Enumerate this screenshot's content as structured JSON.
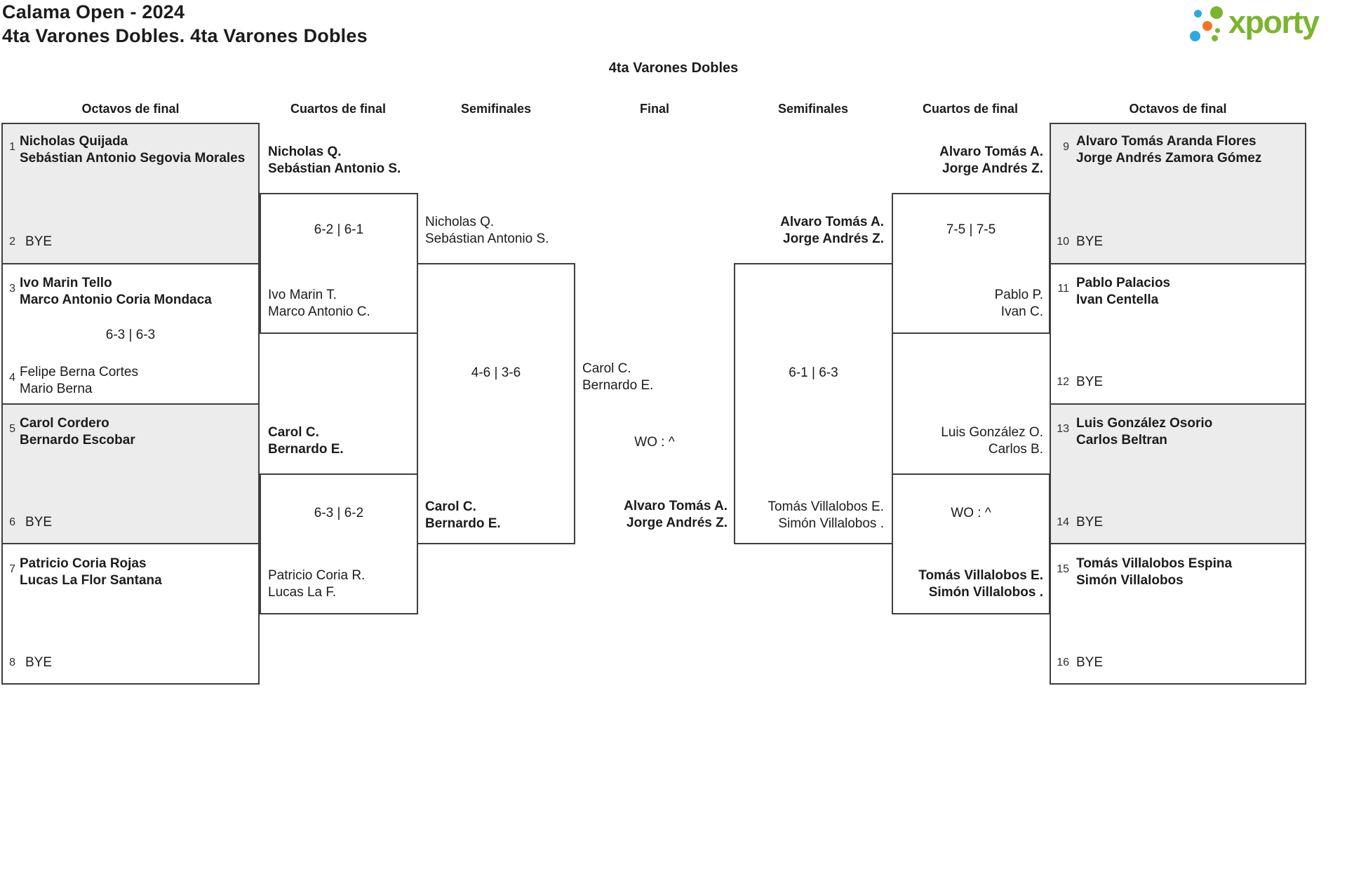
{
  "header": {
    "title": "Calama Open - 2024",
    "subtitle": "4ta Varones Dobles. 4ta Varones Dobles",
    "logo_text": "xporty"
  },
  "bracket_title": "4ta Varones Dobles",
  "rounds": [
    "Octavos de final",
    "Cuartos de final",
    "Semifinales",
    "Final",
    "Semifinales",
    "Cuartos de final",
    "Octavos de final"
  ],
  "colors": {
    "text": "#1c1c1c",
    "line": "#3e3e3e",
    "shaded_slot": "#ececec",
    "logo_green": "#7bb52d",
    "logo_blue": "#2ca8e0",
    "logo_orange": "#ee7623"
  },
  "r16": {
    "left": [
      {
        "seed": "1",
        "l1": "Nicholas Quijada",
        "l2": "Sebástian Antonio Segovia Morales",
        "winner": true
      },
      {
        "seed": "2",
        "l1": "BYE",
        "l2": "",
        "winner": false
      },
      {
        "seed": "3",
        "l1": "Ivo Marin Tello",
        "l2": "Marco Antonio Coria Mondaca",
        "winner": true
      },
      {
        "seed": "4",
        "l1": "Felipe Berna Cortes",
        "l2": "Mario Berna",
        "winner": false
      },
      {
        "seed": "5",
        "l1": "Carol Cordero",
        "l2": "Bernardo Escobar",
        "winner": true
      },
      {
        "seed": "6",
        "l1": "BYE",
        "l2": "",
        "winner": false
      },
      {
        "seed": "7",
        "l1": "Patricio Coria Rojas",
        "l2": "Lucas La Flor Santana",
        "winner": true
      },
      {
        "seed": "8",
        "l1": "BYE",
        "l2": "",
        "winner": false
      }
    ],
    "left_score_3_4": "6-3 | 6-3",
    "right": [
      {
        "seed": "9",
        "l1": "Alvaro Tomás Aranda Flores",
        "l2": "Jorge Andrés Zamora Gómez",
        "winner": true
      },
      {
        "seed": "10",
        "l1": "BYE",
        "l2": "",
        "winner": false
      },
      {
        "seed": "11",
        "l1": "Pablo Palacios",
        "l2": "Ivan Centella",
        "winner": true
      },
      {
        "seed": "12",
        "l1": "BYE",
        "l2": "",
        "winner": false
      },
      {
        "seed": "13",
        "l1": "Luis González Osorio",
        "l2": "Carlos Beltran",
        "winner": true
      },
      {
        "seed": "14",
        "l1": "BYE",
        "l2": "",
        "winner": false
      },
      {
        "seed": "15",
        "l1": "Tomás Villalobos Espina",
        "l2": "Simón Villalobos",
        "winner": true
      },
      {
        "seed": "16",
        "l1": "BYE",
        "l2": "",
        "winner": false
      }
    ]
  },
  "qf": {
    "left": [
      {
        "top": {
          "l1": "Nicholas Q.",
          "l2": "Sebástian Antonio S.",
          "winner": true
        },
        "score": "6-2 | 6-1",
        "bottom": {
          "l1": "Ivo Marin T.",
          "l2": "Marco Antonio C.",
          "winner": false
        }
      },
      {
        "top": {
          "l1": "Carol C.",
          "l2": "Bernardo E.",
          "winner": true
        },
        "score": "6-3 | 6-2",
        "bottom": {
          "l1": "Patricio Coria R.",
          "l2": "Lucas La F.",
          "winner": false
        }
      }
    ],
    "right": [
      {
        "top": {
          "l1": "Alvaro Tomás A.",
          "l2": "Jorge Andrés Z.",
          "winner": true
        },
        "score": "7-5 | 7-5",
        "bottom": {
          "l1": "Pablo P.",
          "l2": "Ivan C.",
          "winner": false
        }
      },
      {
        "top": {
          "l1": "Luis González O.",
          "l2": "Carlos B.",
          "winner": false
        },
        "score": "WO : ^",
        "bottom": {
          "l1": "Tomás Villalobos E.",
          "l2": "Simón Villalobos .",
          "winner": true
        }
      }
    ]
  },
  "sf": {
    "left": {
      "top": {
        "l1": "Nicholas Q.",
        "l2": "Sebástian Antonio S.",
        "winner": false
      },
      "score": "4-6 | 3-6",
      "bottom": {
        "l1": "Carol C.",
        "l2": "Bernardo E.",
        "winner": true
      }
    },
    "right": {
      "top": {
        "l1": "Alvaro Tomás A.",
        "l2": "Jorge Andrés Z.",
        "winner": true
      },
      "score": "6-1 | 6-3",
      "bottom": {
        "l1": "Tomás Villalobos E.",
        "l2": "Simón Villalobos .",
        "winner": false
      }
    }
  },
  "final": {
    "top": {
      "l1": "Carol C.",
      "l2": "Bernardo E.",
      "winner": false
    },
    "score": "WO : ^",
    "bottom": {
      "l1": "Alvaro Tomás A.",
      "l2": "Jorge Andrés Z.",
      "winner": true
    }
  }
}
